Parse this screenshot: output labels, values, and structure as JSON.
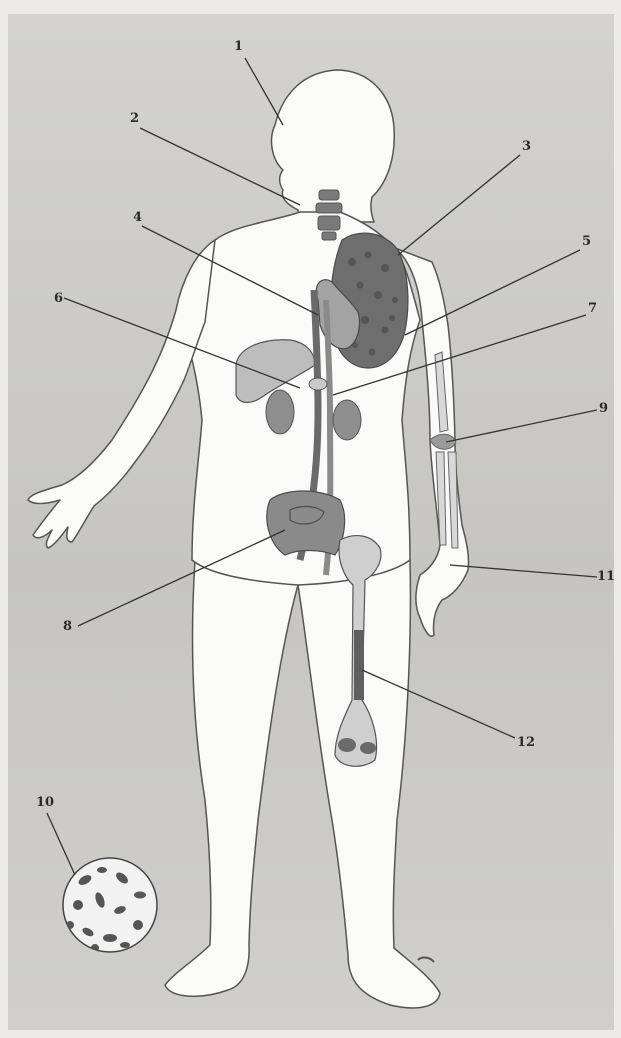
{
  "labels": [
    {
      "id": "1",
      "text": "1"
    },
    {
      "id": "2",
      "text": "2"
    },
    {
      "id": "3",
      "text": "3"
    },
    {
      "id": "4",
      "text": "4"
    },
    {
      "id": "5",
      "text": "5"
    },
    {
      "id": "6",
      "text": "6"
    },
    {
      "id": "7",
      "text": "7"
    },
    {
      "id": "8",
      "text": "8"
    },
    {
      "id": "9",
      "text": "9"
    },
    {
      "id": "10",
      "text": "10"
    },
    {
      "id": "11",
      "text": "11"
    },
    {
      "id": "12",
      "text": "12"
    }
  ],
  "colors": {
    "background": "#c9c8c4",
    "body_fill": "#fafaf9",
    "body_stroke": "#555555",
    "organ_dark": "#6e6e6e",
    "organ_mid": "#9a9a9a",
    "organ_light": "#c4c4c4",
    "leader": "#333333"
  }
}
